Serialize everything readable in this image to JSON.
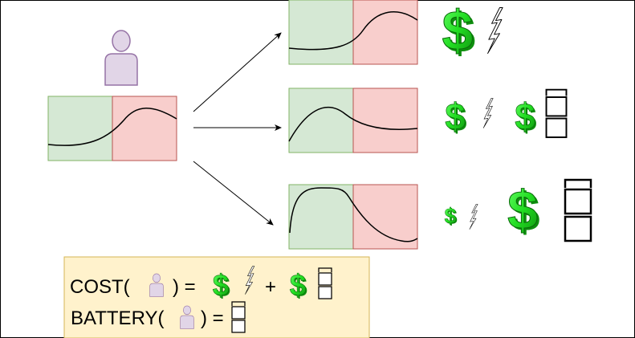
{
  "colors": {
    "frame": "#000000",
    "green_zone": "#d5e8d4",
    "green_zone_border": "#82b366",
    "red_zone": "#f8cecc",
    "red_zone_border": "#b85450",
    "person": "#e1d5e7",
    "person_border": "#9673a6",
    "dollar": "#22dd22",
    "dollar_dark": "#0f8f0f",
    "legend_bg": "#fff2cc",
    "legend_border": "#d6b656"
  },
  "icons": [
    "person-icon",
    "dollar-icon",
    "lightning-icon",
    "battery-icon",
    "arrow-icon"
  ],
  "legend": {
    "cost_prefix": "COST(",
    "cost_close": ") =",
    "plus": "+",
    "battery_prefix": "BATTERY(",
    "battery_close": ") ="
  },
  "scenarios": [
    {
      "curve": "peak-in-red",
      "dollar_size": "large",
      "lightning_size": "large",
      "battery": "none"
    },
    {
      "curve": "peak-in-green",
      "dollar_size": "medium",
      "lightning_size": "medium",
      "battery": "medium"
    },
    {
      "curve": "plateau-in-green",
      "dollar_size": "small",
      "lightning_size": "small",
      "battery": "large"
    }
  ]
}
